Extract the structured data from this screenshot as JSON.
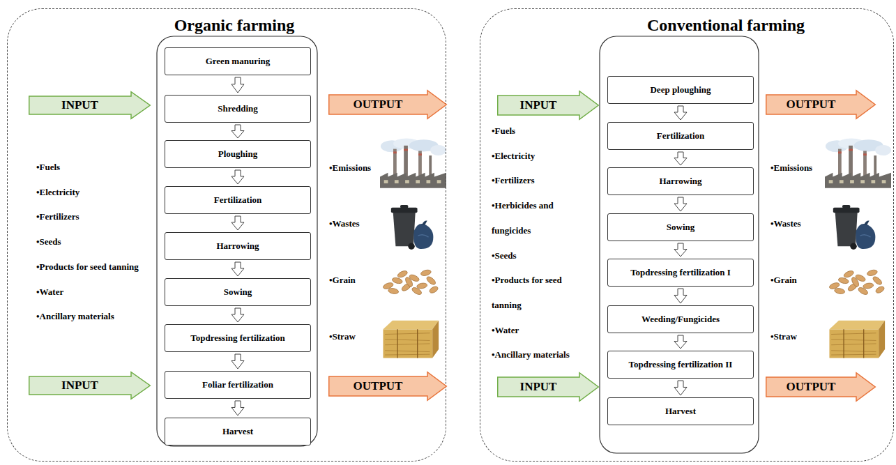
{
  "diagram": {
    "nodes": [
      {
        "text": [
          "Organic farming"
        ]
      },
      {
        "text": [
          "INPUT"
        ],
        "in": 0
      },
      {
        "text": [
          "Green manuring"
        ],
        "in": 0
      },
      {
        "text": [
          "Shredding"
        ],
        "in": 0
      },
      {
        "text": [
          "Ploughing"
        ],
        "in": 0
      },
      {
        "text": [
          "Fertilization"
        ],
        "in": 0
      },
      {
        "text": [
          "Harrowing"
        ],
        "in": 0
      },
      {
        "text": [
          "Sowing"
        ],
        "in": 0
      },
      {
        "text": [
          "Topdressing fertilization"
        ],
        "in": 0
      },
      {
        "text": [
          "Foliar fertilization"
        ],
        "in": 0
      },
      {
        "text": [
          "Harvest"
        ],
        "in": 0
      },
      {
        "text": [
          "OUTPUT"
        ],
        "in": 0
      },
      {
        "text": [
          "INPUT"
        ],
        "in": 0
      },
      {
        "text": [
          "OUTPUT"
        ],
        "in": 0
      },
      {
        "text": [
          "Conventional farming"
        ]
      },
      {
        "text": [
          "INPUT"
        ],
        "in": 14
      },
      {
        "text": [
          "Deep ploughing"
        ],
        "in": 14
      },
      {
        "text": [
          "Fertilization"
        ],
        "in": 14
      },
      {
        "text": [
          "Harrowing"
        ],
        "in": 14
      },
      {
        "text": [
          "Sowing"
        ],
        "in": 14
      },
      {
        "text": [
          "Topdressing fertilization I"
        ],
        "in": 14
      },
      {
        "text": [
          "Weeding/Fungicides"
        ],
        "in": 14
      },
      {
        "text": [
          "Topdressing fertilization II"
        ],
        "in": 14
      },
      {
        "text": [
          "Harvest"
        ],
        "in": 14
      },
      {
        "text": [
          "OUTPUT"
        ],
        "in": 14
      },
      {
        "text": [
          "INPUT"
        ],
        "in": 14
      },
      {
        "text": [
          "OUTPUT"
        ],
        "in": 14
      }
    ],
    "edges": [
      {
        "from": 2,
        "to": 3,
        "arrow": "to"
      },
      {
        "from": 3,
        "to": 4,
        "arrow": "to"
      },
      {
        "from": 4,
        "to": 5,
        "arrow": "to"
      },
      {
        "from": 5,
        "to": 6,
        "arrow": "to"
      },
      {
        "from": 6,
        "to": 7,
        "arrow": "to"
      },
      {
        "from": 7,
        "to": 8,
        "arrow": "to"
      },
      {
        "from": 8,
        "to": 9,
        "arrow": "to"
      },
      {
        "from": 9,
        "to": 10,
        "arrow": "to"
      },
      {
        "from": 16,
        "to": 17,
        "arrow": "to"
      },
      {
        "from": 17,
        "to": 18,
        "arrow": "to"
      },
      {
        "from": 18,
        "to": 19,
        "arrow": "to"
      },
      {
        "from": 19,
        "to": 20,
        "arrow": "to"
      },
      {
        "from": 20,
        "to": 21,
        "arrow": "to"
      },
      {
        "from": 21,
        "to": 22,
        "arrow": "to"
      },
      {
        "from": 22,
        "to": 23,
        "arrow": "to"
      }
    ],
    "labels": [
      "•Fuels",
      "•Electricity",
      "•Fertilizers",
      "•Seeds",
      "•Products for seed tanning",
      "•Water",
      "•Ancillary materials",
      "•Emissions",
      "•Wastes",
      "•Grain",
      "•Straw",
      "•Fuels",
      "•Electricity",
      "•Fertilizers",
      "•Herbicides and fungicides",
      "•Seeds",
      "•Products for seed tanning",
      "•Water",
      "•Ancillary materials",
      "•Emissions",
      "•Wastes",
      "•Grain",
      "•Straw"
    ]
  }
}
